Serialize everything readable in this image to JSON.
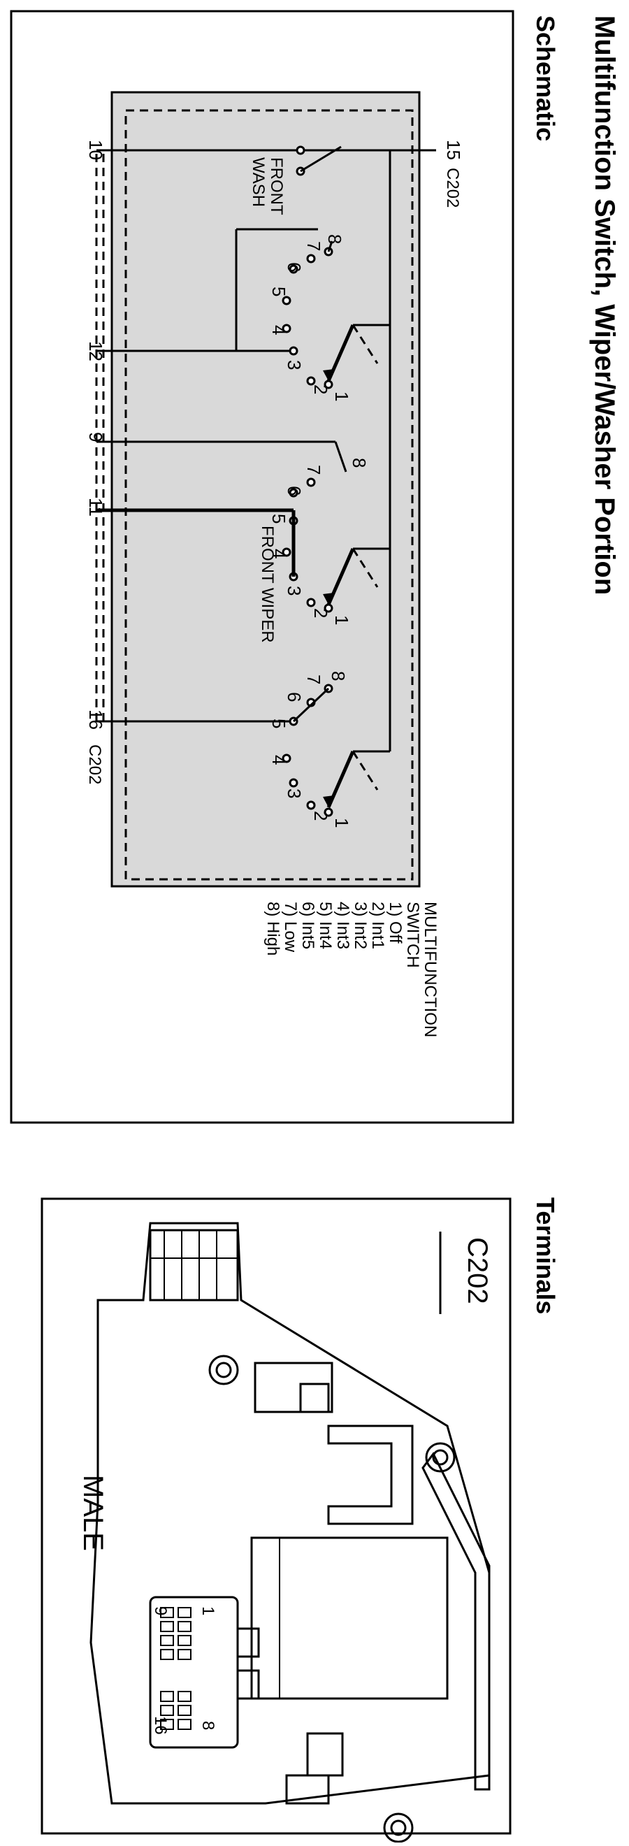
{
  "header": {
    "title": "Multifunction Switch, Wiper/Washer Portion",
    "section_schematic": "Schematic",
    "section_terminals": "Terminals"
  },
  "schematic": {
    "connector_top": "C202",
    "connector_bottom": "C202",
    "pin_15": "15",
    "pin_10": "10",
    "pin_12": "12",
    "pin_9": "9",
    "pin_11": "11",
    "pin_16": "16",
    "label_front_wash": [
      "FRONT",
      "WASH"
    ],
    "label_front_wiper": "FRONT WIPER",
    "legend": [
      "MULTIFUNCTION",
      "SWITCH",
      "1) Off",
      "2) Int1",
      "3) Int2",
      "4) Int3",
      "5) Int4",
      "6) Int5",
      "7) Low",
      "8) High"
    ],
    "deck_positions": [
      "1",
      "2",
      "3",
      "4",
      "5",
      "6",
      "7",
      "8"
    ]
  },
  "terminals": {
    "connector_label": "C202",
    "gender": "MALE",
    "pin_labels": [
      "1",
      "8",
      "9",
      "16"
    ]
  },
  "colors": {
    "panel_fill": "#d9d9d9",
    "frame_border": "#000000",
    "background": "#ffffff"
  }
}
